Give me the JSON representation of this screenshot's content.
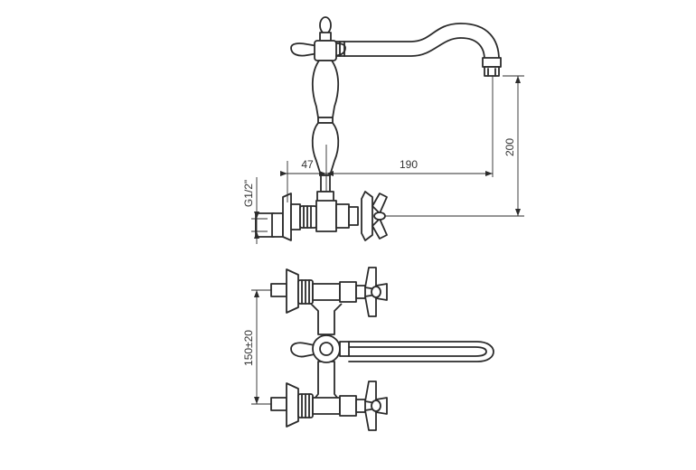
{
  "dimensions": {
    "offset": "47",
    "reach": "190",
    "height": "200",
    "thread": "G1/2\"",
    "centers": "150±20"
  },
  "colors": {
    "line": "#2b2b2b",
    "background": "#ffffff"
  }
}
